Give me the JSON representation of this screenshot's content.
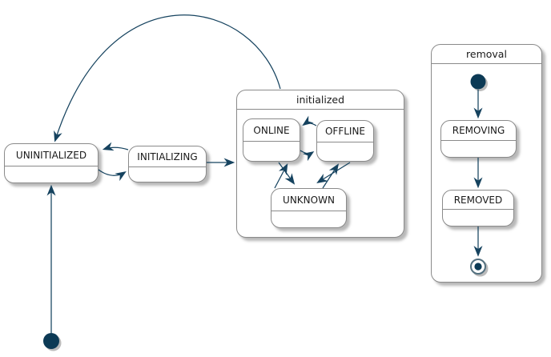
{
  "colors": {
    "arrow": "#16435F",
    "border": "#8A8A8A",
    "fill": "#FFFFFF",
    "node": "#0C3A55",
    "ring": "#53707F",
    "text": "#1A1A1A"
  },
  "states": {
    "uninitialized": {
      "label": "UNINITIALIZED"
    },
    "initializing": {
      "label": "INITIALIZING"
    },
    "initialized": {
      "label": "initialized"
    },
    "online": {
      "label": "ONLINE"
    },
    "offline": {
      "label": "OFFLINE"
    },
    "unknown": {
      "label": "UNKNOWN"
    },
    "removal": {
      "label": "removal"
    },
    "removing": {
      "label": "REMOVING"
    },
    "removed": {
      "label": "REMOVED"
    }
  },
  "pseudostates": {
    "main_initial": "initial",
    "removal_initial": "initial",
    "removal_final": "final"
  },
  "transitions": [
    {
      "from": "initial",
      "to": "UNINITIALIZED"
    },
    {
      "from": "initialized",
      "to": "UNINITIALIZED"
    },
    {
      "from": "INITIALIZING",
      "to": "UNINITIALIZED"
    },
    {
      "from": "UNINITIALIZED",
      "to": "INITIALIZING"
    },
    {
      "from": "INITIALIZING",
      "to": "initialized"
    },
    {
      "from": "OFFLINE",
      "to": "ONLINE"
    },
    {
      "from": "ONLINE",
      "to": "OFFLINE"
    },
    {
      "from": "ONLINE",
      "to": "UNKNOWN"
    },
    {
      "from": "UNKNOWN",
      "to": "ONLINE"
    },
    {
      "from": "OFFLINE",
      "to": "UNKNOWN"
    },
    {
      "from": "UNKNOWN",
      "to": "OFFLINE"
    },
    {
      "from": "removal.initial",
      "to": "REMOVING"
    },
    {
      "from": "REMOVING",
      "to": "REMOVED"
    },
    {
      "from": "REMOVED",
      "to": "removal.final"
    }
  ]
}
